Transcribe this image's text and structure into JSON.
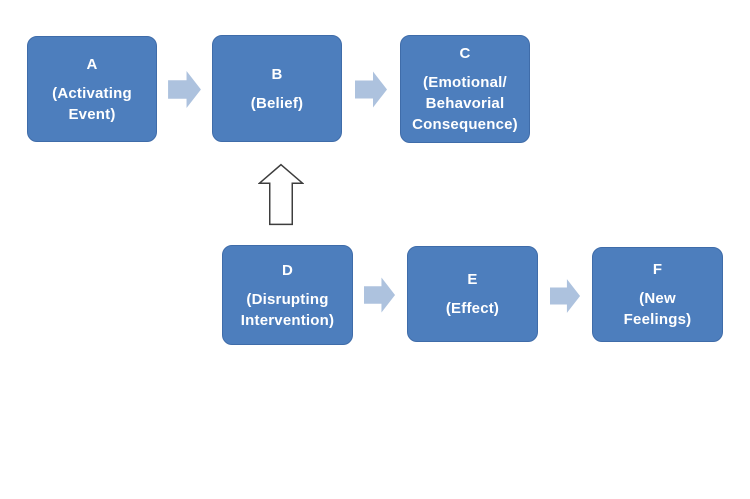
{
  "background_color": "#ffffff",
  "box_style": {
    "fill": "#4d7ebd",
    "border": "#3f6ca9",
    "text_color": "#ffffff"
  },
  "arrow_style": {
    "fill": "#adc2de"
  },
  "up_arrow_style": {
    "fill": "#ffffff",
    "stroke": "#3d3d3d"
  },
  "boxes": [
    {
      "letter": "A",
      "label": "(Activating\nEvent)"
    },
    {
      "letter": "B",
      "label": "(Belief)"
    },
    {
      "letter": "C",
      "label": "(Emotional/\nBehavorial\nConsequence)"
    },
    {
      "letter": "D",
      "label": "(Disrupting\nIntervention)"
    },
    {
      "letter": "E",
      "label": "(Effect)"
    },
    {
      "letter": "F",
      "label": "(New\nFeelings)"
    }
  ],
  "arrows": [
    {
      "from": "A",
      "to": "B",
      "type": "right-block-arrow"
    },
    {
      "from": "B",
      "to": "C",
      "type": "right-block-arrow"
    },
    {
      "from": "D",
      "to": "E",
      "type": "right-block-arrow"
    },
    {
      "from": "E",
      "to": "F",
      "type": "right-block-arrow"
    },
    {
      "from": "D",
      "to": "B",
      "type": "up-block-arrow-outline"
    }
  ],
  "icons": {
    "right_arrow": "right-arrow-icon",
    "up_arrow": "up-arrow-icon"
  }
}
